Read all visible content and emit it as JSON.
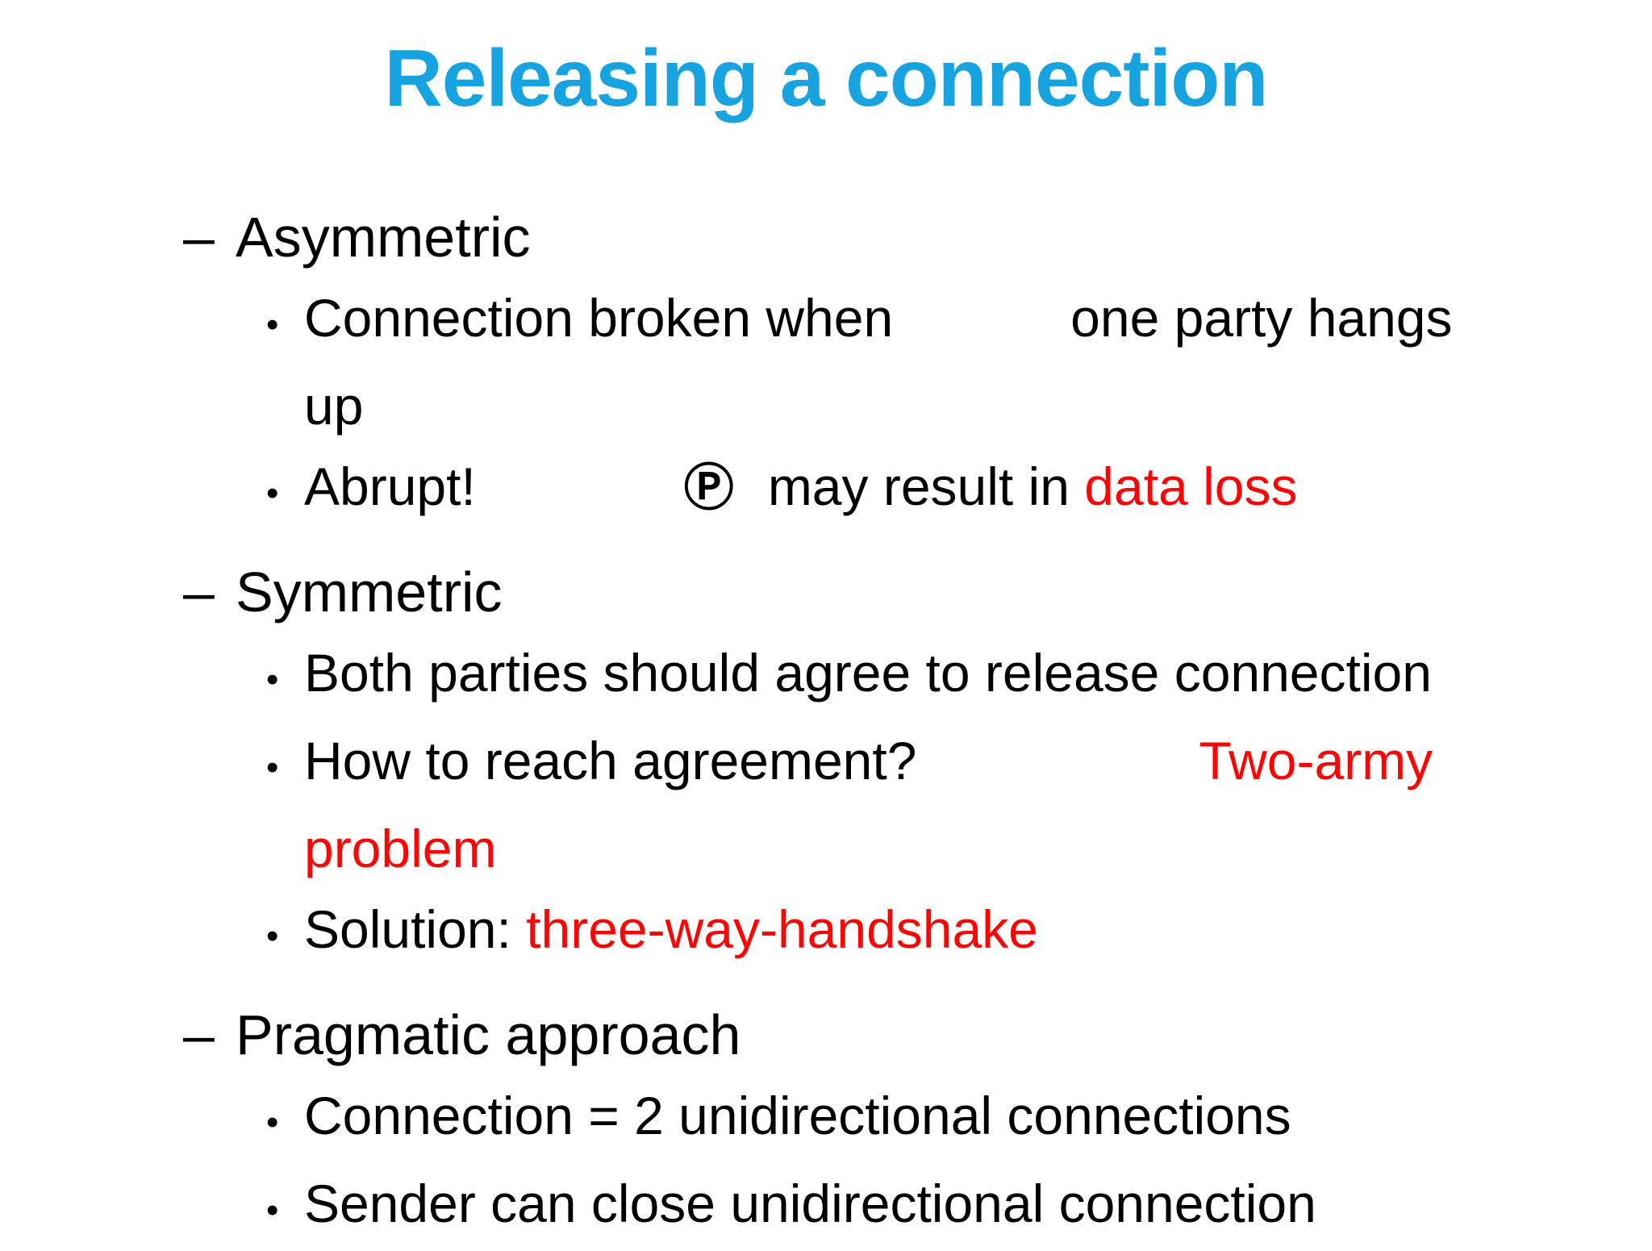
{
  "slide": {
    "title": "Releasing a connection",
    "colors": {
      "title_blue": "#17a3df",
      "emphasis_red": "#fb0505",
      "body_black": "#000000",
      "background": "#ffffff"
    },
    "markers": {
      "dash": "–",
      "bullet": "•",
      "circled_p_badge": "Ⓟ"
    }
  },
  "lines": [
    {
      "level": 1,
      "marker": "–",
      "spaced": false,
      "runs": [
        {
          "t": "Asymmetric"
        }
      ]
    },
    {
      "level": 2,
      "marker": "•",
      "spaced": false,
      "runs": [
        {
          "t": "Connection broken when"
        },
        {
          "gap": 220
        },
        {
          "t": "one party hangs"
        }
      ]
    },
    {
      "level": 2,
      "marker": "",
      "spaced": false,
      "runs": [
        {
          "t": "up"
        }
      ]
    },
    {
      "level": 2,
      "marker": "•",
      "spaced": false,
      "runs": [
        {
          "t": "Abrupt!"
        },
        {
          "gap": 258
        },
        {
          "t": "Ⓟ",
          "badge": true
        },
        {
          "gap": 42
        },
        {
          "t": "may result in "
        },
        {
          "t": "data loss",
          "red": true
        }
      ]
    },
    {
      "level": 1,
      "marker": "–",
      "spaced": true,
      "runs": [
        {
          "t": "Symmetric"
        }
      ]
    },
    {
      "level": 2,
      "marker": "•",
      "spaced": false,
      "runs": [
        {
          "t": "Both parties should agree to release connection"
        }
      ]
    },
    {
      "level": 2,
      "marker": "•",
      "spaced": false,
      "runs": [
        {
          "t": "How to reach agreement?"
        },
        {
          "gap": 350
        },
        {
          "t": "Two-army",
          "red": true
        }
      ]
    },
    {
      "level": 2,
      "marker": "",
      "spaced": false,
      "runs": [
        {
          "t": "problem",
          "red": true
        }
      ]
    },
    {
      "level": 2,
      "marker": "•",
      "spaced": false,
      "runs": [
        {
          "t": "Solution: "
        },
        {
          "t": "three-way-handshake",
          "red": true
        }
      ]
    },
    {
      "level": 1,
      "marker": "–",
      "spaced": true,
      "runs": [
        {
          "t": "Pragmatic approach"
        }
      ]
    },
    {
      "level": 2,
      "marker": "•",
      "spaced": false,
      "runs": [
        {
          "t": "Connection = 2 unidirectional connections"
        }
      ]
    },
    {
      "level": 2,
      "marker": "•",
      "spaced": false,
      "runs": [
        {
          "t": "Sender can close unidirectional connection"
        }
      ]
    }
  ]
}
